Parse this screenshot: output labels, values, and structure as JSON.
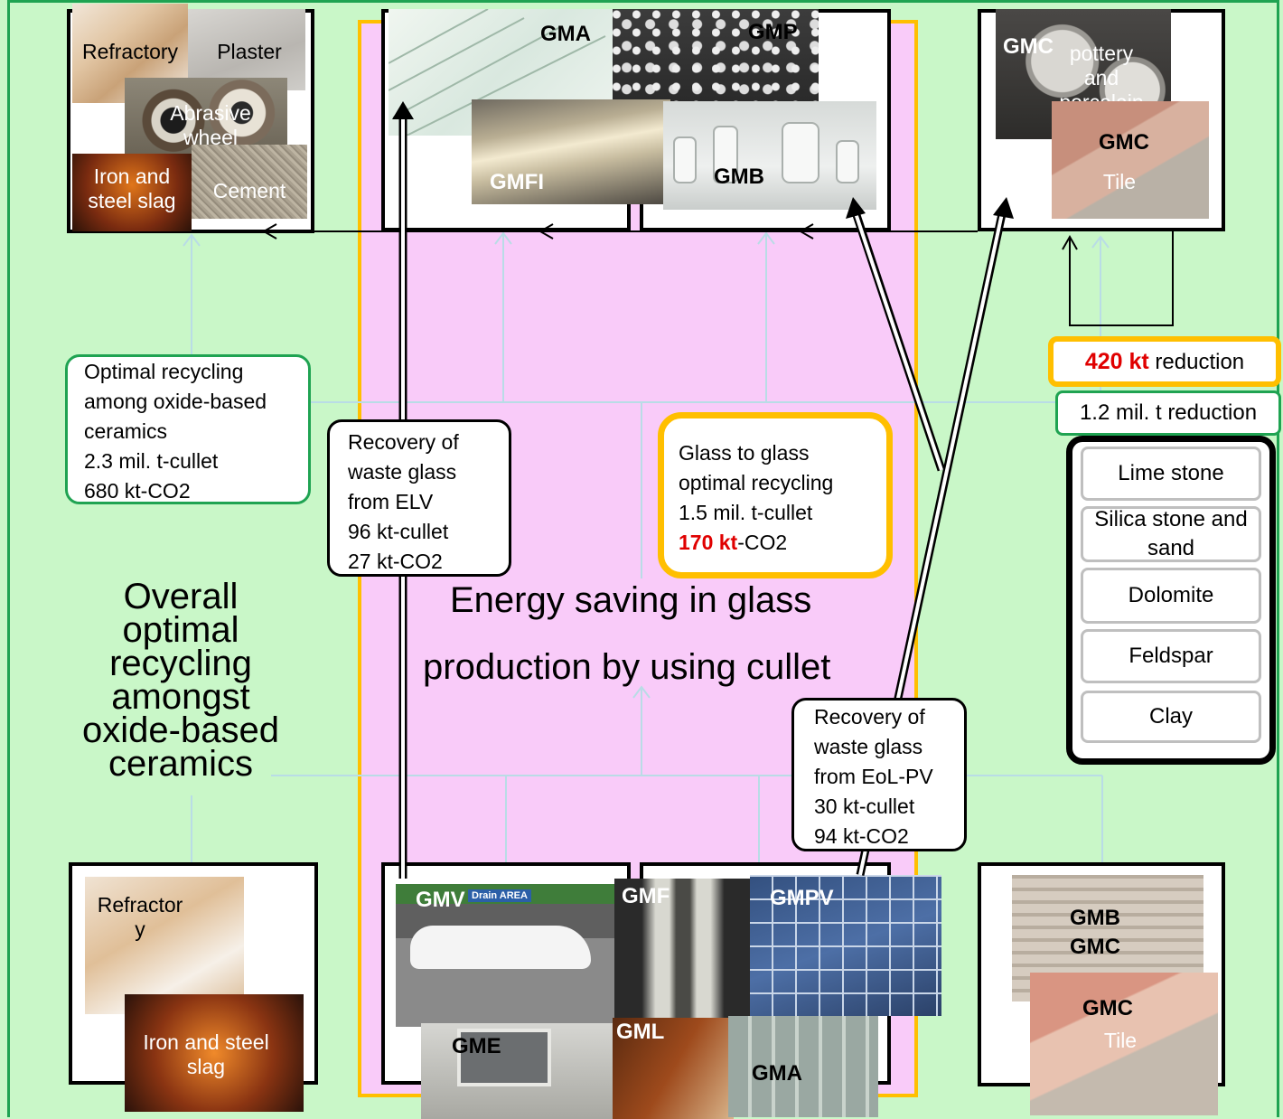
{
  "center": {
    "title_line1": "Energy saving in glass",
    "title_line2": "production by using cullet"
  },
  "overall": {
    "lines": [
      "Overall",
      "optimal",
      "recycling",
      "amongst",
      "oxide-based",
      "ceramics"
    ]
  },
  "ceramics_box": {
    "line1": "Optimal recycling",
    "line2": "among oxide-based",
    "line3": "ceramics",
    "line4": "2.3 mil. t-cullet",
    "line5": "680 kt-CO2"
  },
  "elv_box": {
    "line1": "Recovery of",
    "line2": "waste glass",
    "line3": "from ELV",
    "line4": "96 kt-cullet",
    "line5": "27 kt-CO2"
  },
  "g2g_box": {
    "line1": "Glass to glass",
    "line2": "optimal recycling",
    "line3": "1.5 mil. t-cullet",
    "co2_value": "170 kt",
    "co2_unit": "-CO2"
  },
  "pv_box": {
    "line1": "Recovery of",
    "line2": "waste glass",
    "line3": "from EoL-PV",
    "line4": "30 kt-cullet",
    "line5": "94 kt-CO2"
  },
  "reduction_420": {
    "value": "420 kt",
    "text": " reduction"
  },
  "reduction_12": {
    "text": "1.2 mil. t reduction"
  },
  "raw_materials": [
    "Lime stone",
    "Silica stone and sand",
    "Dolomite",
    "Feldspar",
    "Clay"
  ],
  "top_left_photos": {
    "refractory": "Refractory",
    "plaster": "Plaster",
    "abrasive": "Abrasive wheel",
    "iron_slag": "Iron and steel slag",
    "cement": "Cement"
  },
  "top_glass_tags": {
    "gma": "GMA",
    "gmp": "GMP",
    "gmfi": "GMFI",
    "gmb": "GMB"
  },
  "top_right": {
    "tag1": "GMC",
    "pottery": "pottery and porcelain",
    "tag2": "GMC",
    "tile": "Tile"
  },
  "bottom_left": {
    "refractory": "Refractor y",
    "iron_slag": "Iron and steel slag"
  },
  "bottom_glass_tags": {
    "gmv": "GMV",
    "gmf": "GMF",
    "gmpv": "GMPV",
    "gme": "GME",
    "gml": "GML",
    "gma": "GMA"
  },
  "drain_sign": "Drain AREA",
  "bottom_right": {
    "tag1": "GMB",
    "tag2": "GMC",
    "tag3": "GMC",
    "tile": "Tile"
  },
  "colors": {
    "background": "#c9f7c8",
    "pink_panel": "#f9cbf9",
    "orange_border": "#ffbf00",
    "green_border": "#1fa352",
    "red_text": "#e00000",
    "connector": "#b9dce6"
  }
}
